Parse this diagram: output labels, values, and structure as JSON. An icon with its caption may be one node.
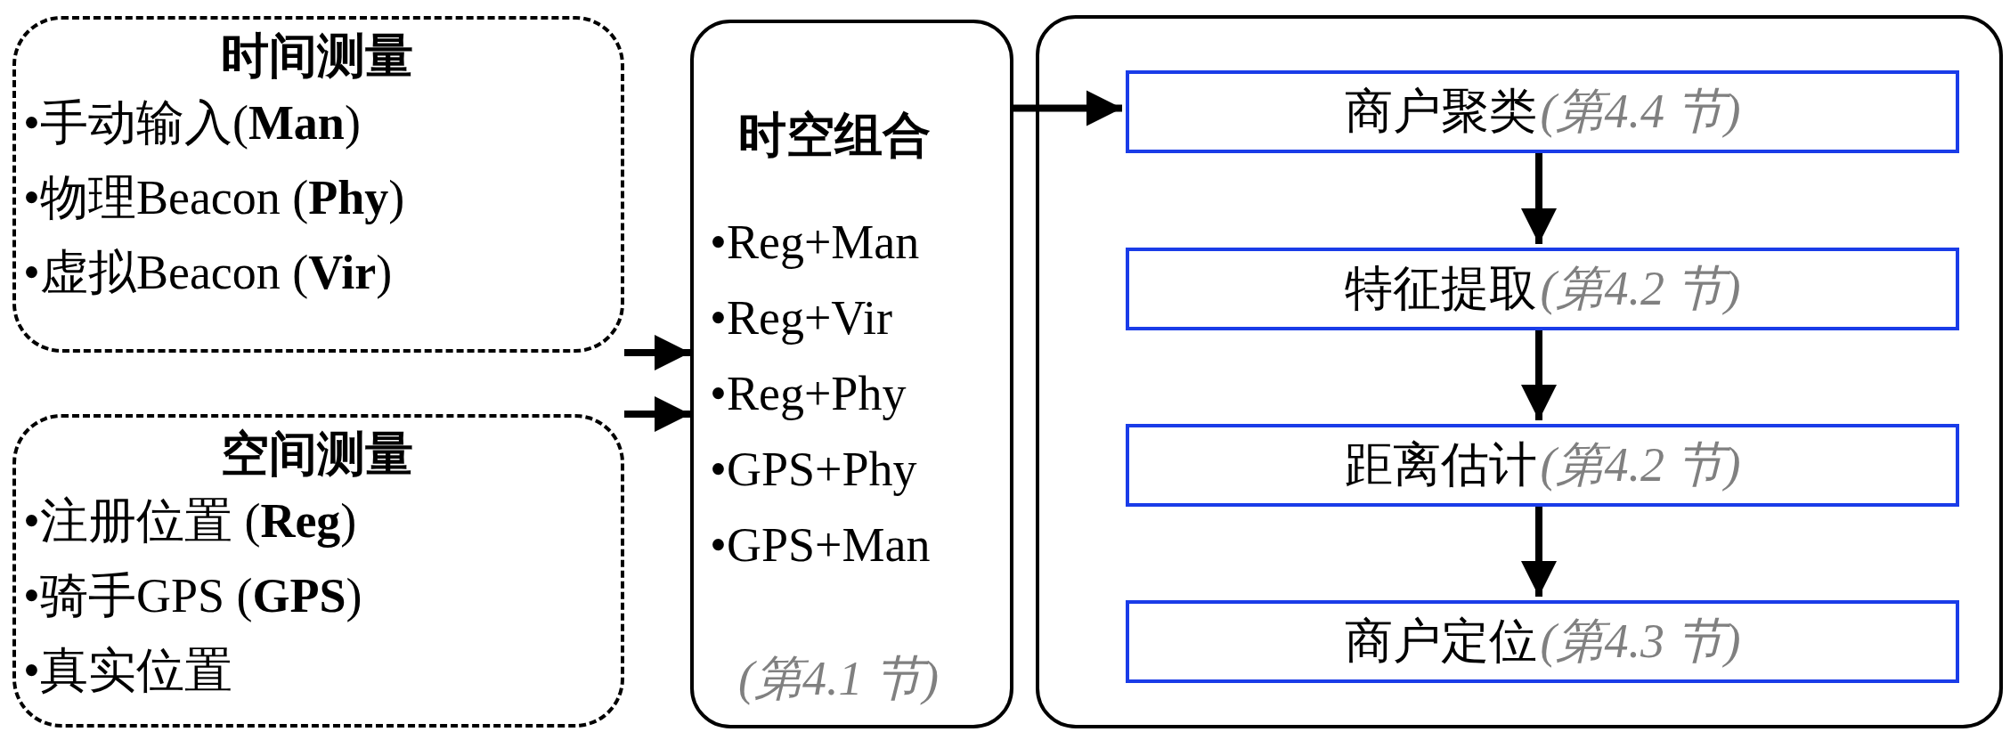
{
  "diagram": {
    "nodes": [
      {
        "text": [
          "时间测量",
          "•手动输入(**Man**)",
          "•物理Beacon (**Phy**)",
          "•虚拟Beacon (**Vir**)"
        ]
      },
      {
        "text": [
          "空间测量",
          "•注册位置 (**Reg**)",
          "•骑手GPS (**GPS**)",
          "•真实位置"
        ]
      },
      {
        "text": [
          "时空组合",
          "•Reg+Man",
          "•Reg+Vir",
          "•Reg+Phy",
          "•GPS+Phy",
          "•GPS+Man",
          "(第4.1 节)"
        ]
      },
      {
        "text": [],
        "shape": "box"
      },
      {
        "text": [
          "商户聚类",
          "(第4.4 节)"
        ],
        "in": 3
      },
      {
        "text": [
          "特征提取",
          "(第4.2 节)"
        ],
        "in": 3
      },
      {
        "text": [
          "距离估计",
          "(第4.2 节)"
        ],
        "in": 3
      },
      {
        "text": [
          "商户定位",
          "(第4.3 节)"
        ],
        "in": 3
      }
    ],
    "edges": [
      {
        "from": 0,
        "to": 2,
        "arrow": "to"
      },
      {
        "from": 1,
        "to": 2,
        "arrow": "to"
      },
      {
        "from": 2,
        "to": 4,
        "arrow": "to"
      },
      {
        "from": 4,
        "to": 5,
        "arrow": "to"
      },
      {
        "from": 5,
        "to": 6,
        "arrow": "to"
      },
      {
        "from": 6,
        "to": 7,
        "arrow": "to"
      }
    ]
  }
}
